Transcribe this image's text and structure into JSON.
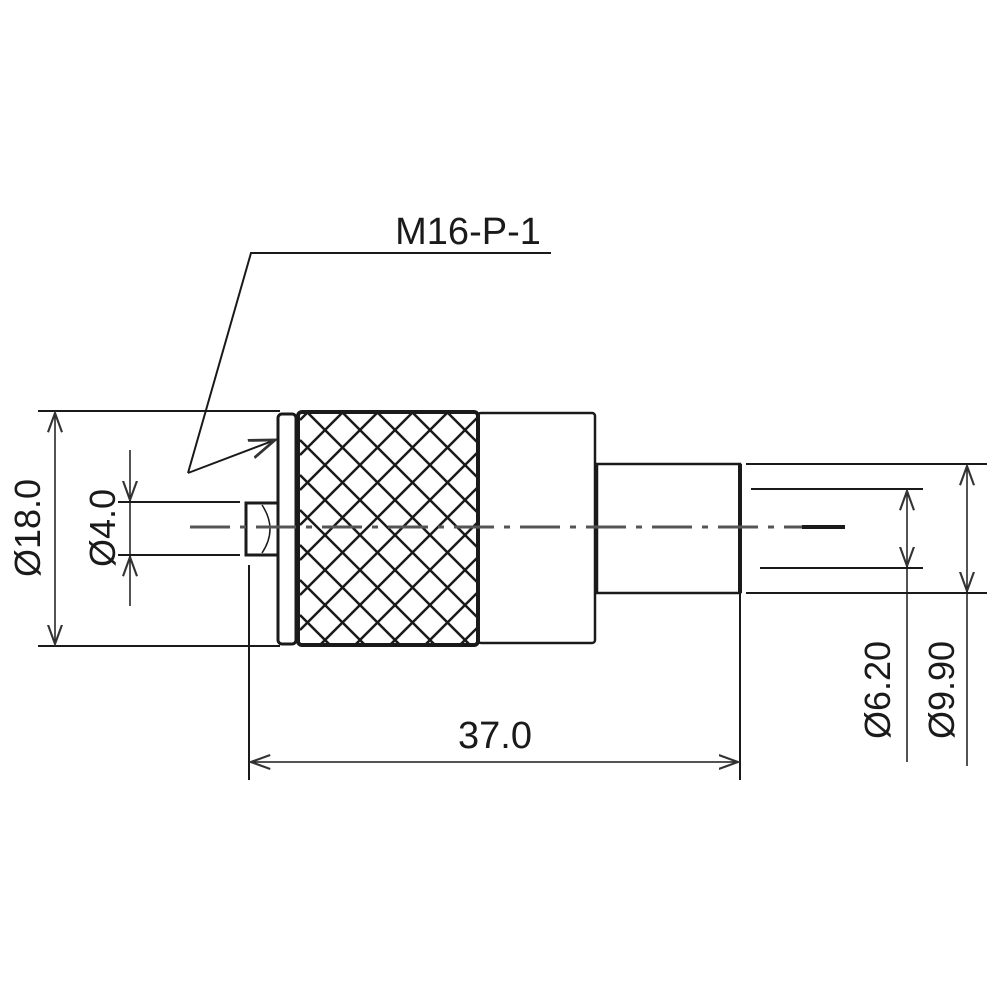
{
  "drawing": {
    "part_label": "M16-P-1",
    "dimensions": {
      "outer_diameter": "Ø18.0",
      "tip_diameter": "Ø4.0",
      "shaft_inner_diameter": "Ø6.20",
      "shaft_outer_diameter": "Ø9.90",
      "overall_length": "37.0"
    },
    "colors": {
      "line": "#1a1a1a",
      "centerline": "#555555",
      "background": "#ffffff"
    }
  }
}
